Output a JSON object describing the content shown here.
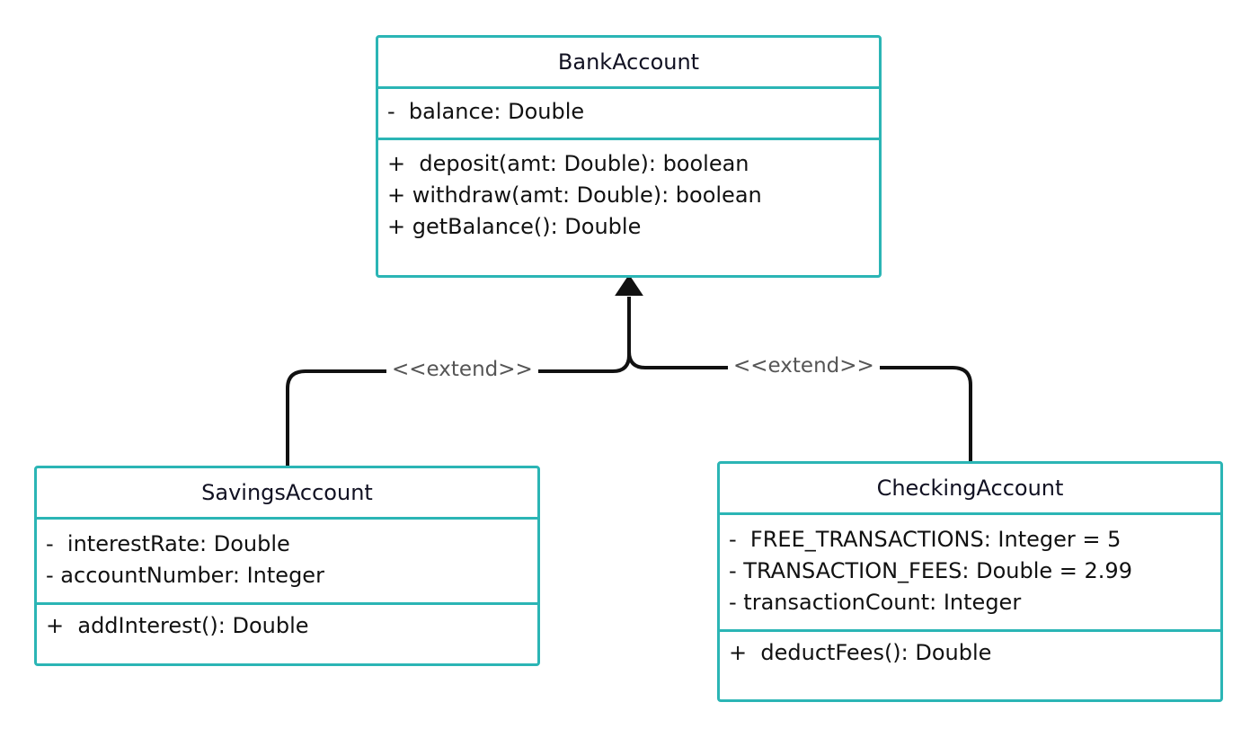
{
  "classes": {
    "bank_account": {
      "name": "BankAccount",
      "attributes": [
        "-  balance: Double"
      ],
      "methods": [
        "+  deposit(amt: Double): boolean",
        "+ withdraw(amt: Double): boolean",
        "+ getBalance(): Double"
      ]
    },
    "savings_account": {
      "name": "SavingsAccount",
      "attributes": [
        "-  interestRate: Double",
        "- accountNumber: Integer"
      ],
      "methods": [
        "+  addInterest(): Double"
      ]
    },
    "checking_account": {
      "name": "CheckingAccount",
      "attributes": [
        "-  FREE_TRANSACTIONS: Integer = 5",
        "- TRANSACTION_FEES: Double = 2.99",
        "- transactionCount: Integer"
      ],
      "methods": [
        "+  deductFees(): Double"
      ]
    }
  },
  "relations": {
    "savings_extends": {
      "label": "<<extend>>",
      "from": "SavingsAccount",
      "to": "BankAccount"
    },
    "checking_extends": {
      "label": "<<extend>>",
      "from": "CheckingAccount",
      "to": "BankAccount"
    }
  },
  "colors": {
    "class_border": "#2bb5b5",
    "connector": "#111111",
    "stereotype_text": "#555555"
  }
}
